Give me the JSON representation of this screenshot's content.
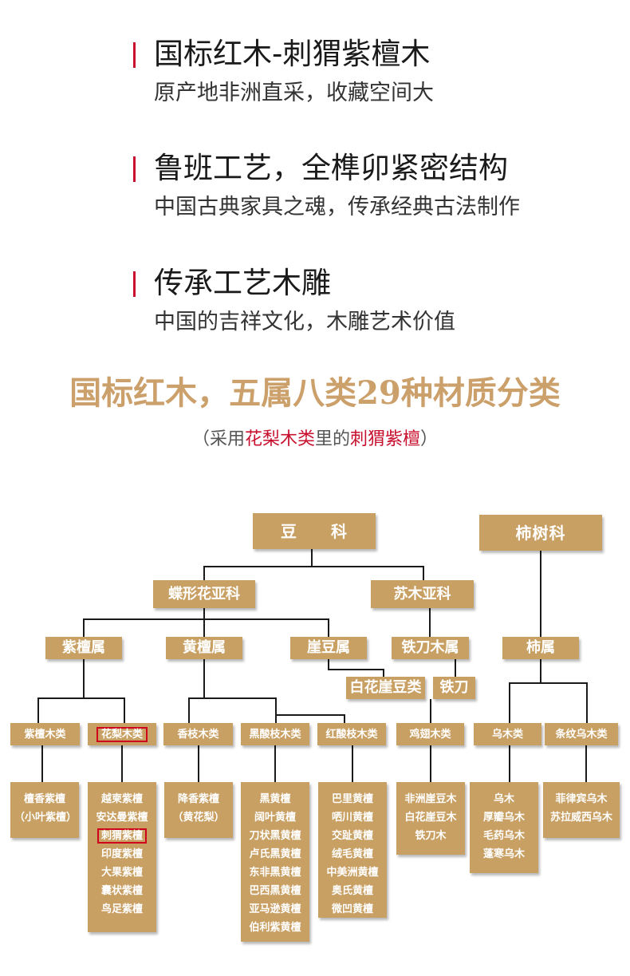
{
  "features": [
    {
      "title": "国标红木-刺猬紫檀木",
      "subtitle": "原产地非洲直采，收藏空间大"
    },
    {
      "title": "鲁班工艺，全榫卯紧密结构",
      "subtitle": "中国古典家具之魂，传承经典古法制作"
    },
    {
      "title": "传承工艺木雕",
      "subtitle": "中国的吉祥文化，木雕艺术价值"
    }
  ],
  "heading": "国标红木，五属八类29种材质分类",
  "subheading": {
    "open": "（采用",
    "highlight1": "花梨木类",
    "middle": "里的",
    "highlight2": "刺猬紫檀",
    "close": "）"
  },
  "tree": {
    "families": {
      "douke": "豆　　科",
      "shishuke": "柿树科"
    },
    "subfamilies": {
      "diexing": "蝶形花亚科",
      "sumu": "苏木亚科"
    },
    "genera": {
      "zitan": "紫檀属",
      "huangtan": "黄檀属",
      "yadou": "崖豆属",
      "tiedaomu": "铁刀木属",
      "shi": "柿属",
      "baihua": "白花崖豆类",
      "tiedao": "铁刀"
    },
    "classes": {
      "zitanmu": "紫檀木类",
      "hualimu": "花梨木类",
      "xiangzhimu": "香枝木类",
      "heisuanzhi": "黑酸枝木类",
      "hongsuanzhi": "红酸枝木类",
      "jichimu": "鸡翅木类",
      "wumu": "乌木类",
      "tiaowen": "条纹乌木类"
    },
    "species": {
      "zitanmu": [
        "檀香紫檀",
        "（小叶紫檀）"
      ],
      "hualimu": [
        "越柬紫檀",
        "安达曼紫檀",
        "刺猬紫檀",
        "印度紫檀",
        "大果紫檀",
        "囊状紫檀",
        "鸟足紫檀"
      ],
      "xiangzhimu": [
        "降香紫檀",
        "（黄花梨）"
      ],
      "heisuanzhi": [
        "黑黄檀",
        "阔叶黄檀",
        "刀状黑黄檀",
        "卢氏黑黄檀",
        "东非黑黄檀",
        "巴西黑黄檀",
        "亚马逊黄檀",
        "伯利紫黄檀"
      ],
      "hongsuanzhi": [
        "巴里黄檀",
        "哂川黄檀",
        "交趾黄檀",
        "绒毛黄檀",
        "中美洲黄檀",
        "奥氏黄檀",
        "微凹黄檀"
      ],
      "jichimu": [
        "非洲崖豆木",
        "白花崖豆木",
        "铁刀木"
      ],
      "wumu": [
        "乌木",
        "厚瓣乌木",
        "毛药乌木",
        "蓬寒乌木"
      ],
      "tiaowen": [
        "菲律宾乌木",
        "苏拉威西乌木"
      ]
    }
  },
  "colors": {
    "accent": "#c8102e",
    "node": "#c9a063",
    "heading": "#cba06b",
    "highlight_border": "#d0021b"
  }
}
